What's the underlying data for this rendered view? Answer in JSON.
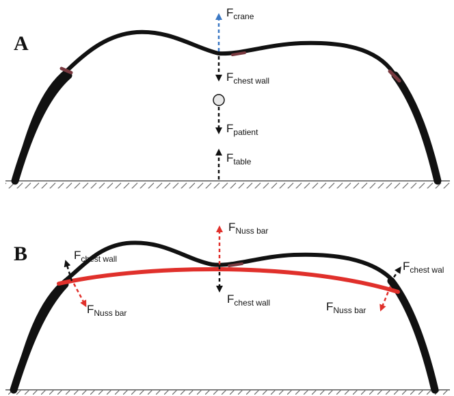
{
  "panels": [
    {
      "id": "A",
      "label": "A",
      "forces": {
        "crane": {
          "symbol": "F",
          "subscript": "crane",
          "color": "#3b78c4"
        },
        "chest_wall": {
          "symbol": "F",
          "subscript": "chest wall",
          "color": "#111111"
        },
        "patient": {
          "symbol": "F",
          "subscript": "patient",
          "color": "#111111"
        },
        "table": {
          "symbol": "F",
          "subscript": "table",
          "color": "#111111"
        }
      }
    },
    {
      "id": "B",
      "label": "B",
      "forces": {
        "nuss_center": {
          "symbol": "F",
          "subscript": "Nuss bar",
          "color": "#e0302b"
        },
        "chest_wall_center": {
          "symbol": "F",
          "subscript": "chest wall",
          "color": "#111111"
        },
        "chest_wall_left": {
          "symbol": "F",
          "subscript": "chest wall",
          "color": "#111111"
        },
        "nuss_left": {
          "symbol": "F",
          "subscript": "Nuss bar",
          "color": "#e0302b"
        },
        "chest_wall_right": {
          "symbol": "F",
          "subscript": "chest wal",
          "color": "#111111"
        },
        "nuss_right": {
          "symbol": "F",
          "subscript": "Nuss bar",
          "color": "#e0302b"
        }
      }
    }
  ],
  "colors": {
    "nuss_bar": "#e0302b",
    "cartilage": "#7a3a40",
    "ground": "#555555"
  }
}
